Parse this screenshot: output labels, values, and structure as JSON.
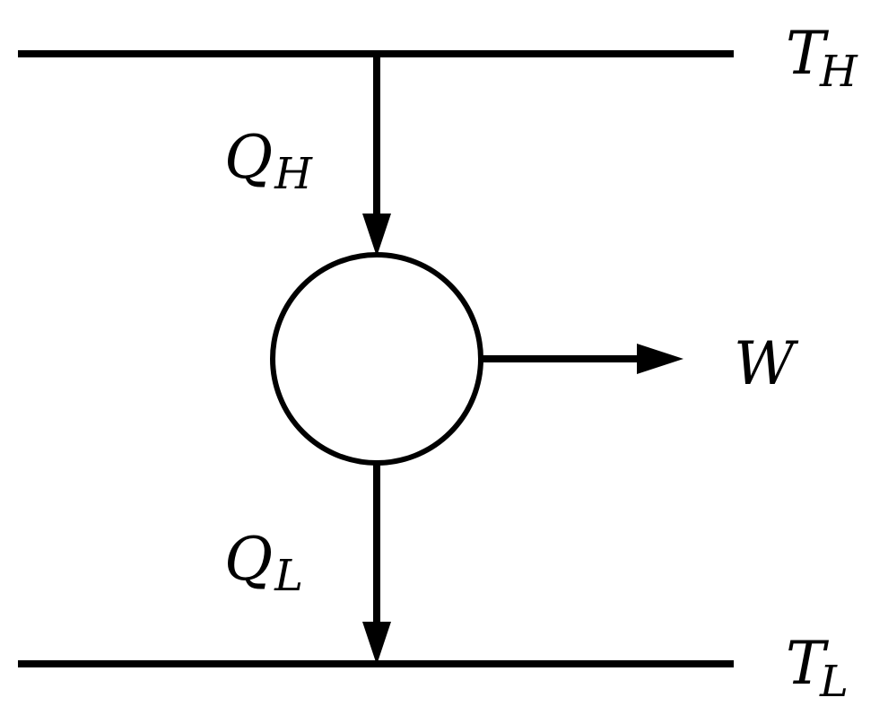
{
  "diagram": {
    "hot_reservoir": {
      "symbol": "T",
      "subscript": "H"
    },
    "cold_reservoir": {
      "symbol": "T",
      "subscript": "L"
    },
    "heat_in": {
      "symbol": "Q",
      "subscript": "H"
    },
    "heat_out": {
      "symbol": "Q",
      "subscript": "L"
    },
    "work": {
      "symbol": "W"
    }
  },
  "colors": {
    "stroke": "#000000",
    "background": "#ffffff"
  }
}
